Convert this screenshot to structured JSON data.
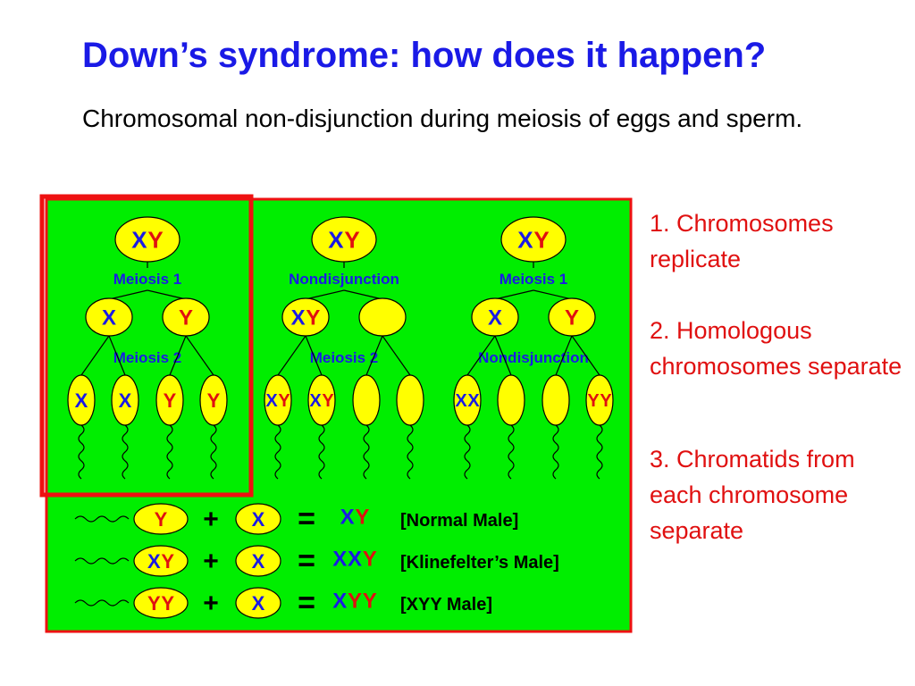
{
  "slide": {
    "title": "Down’s syndrome: how does it happen?",
    "subtitle": "Chromosomal non-disjunction during meiosis of eggs and sperm."
  },
  "steps": [
    "1.  Chromosomes replicate",
    "2.  Homologous chromosomes separate",
    "3.  Chromatids from each chromosome separate"
  ],
  "diagram": {
    "columns": [
      {
        "top_cell": [
          "X",
          "Y"
        ],
        "stage1_label": "Meiosis 1",
        "mid_cells": [
          [
            "X"
          ],
          [
            "Y"
          ]
        ],
        "stage2_label": "Meiosis 2",
        "sperm": [
          [
            "X"
          ],
          [
            "X"
          ],
          [
            "Y"
          ],
          [
            "Y"
          ]
        ]
      },
      {
        "top_cell": [
          "X",
          "Y"
        ],
        "stage1_label": "Nondisjunction",
        "mid_cells": [
          [
            "X",
            "Y"
          ],
          []
        ],
        "stage2_label": "Meiosis 2",
        "sperm": [
          [
            "X",
            "Y"
          ],
          [
            "X",
            "Y"
          ],
          [],
          []
        ]
      },
      {
        "top_cell": [
          "X",
          "Y"
        ],
        "stage1_label": "Meiosis 1",
        "mid_cells": [
          [
            "X"
          ],
          [
            "Y"
          ]
        ],
        "stage2_label": "Nondisjunction",
        "sperm": [
          [
            "X",
            "X"
          ],
          [],
          [],
          [
            "Y",
            "Y"
          ]
        ]
      }
    ],
    "plus": "+",
    "equals": "=",
    "fertilization": [
      {
        "sperm": [
          "Y"
        ],
        "egg": [
          "X"
        ],
        "result": [
          "X",
          "Y"
        ],
        "label": "[Normal Male]"
      },
      {
        "sperm": [
          "X",
          "Y"
        ],
        "egg": [
          "X"
        ],
        "result": [
          "X",
          "X",
          "Y"
        ],
        "label": "[Klinefelter’s Male]"
      },
      {
        "sperm": [
          "Y",
          "Y"
        ],
        "egg": [
          "X"
        ],
        "result": [
          "X",
          "Y",
          "Y"
        ],
        "label": "[XYY Male]"
      }
    ]
  },
  "colors": {
    "title": "#1a1ae6",
    "steps": "#e01010",
    "panel_green": "#00ee00",
    "frame_red": "#ee1111",
    "cell_yellow": "#ffff00",
    "x_chromosome": "#1a1ae6",
    "y_chromosome": "#e01010",
    "label_blue": "#1a1ae6"
  }
}
